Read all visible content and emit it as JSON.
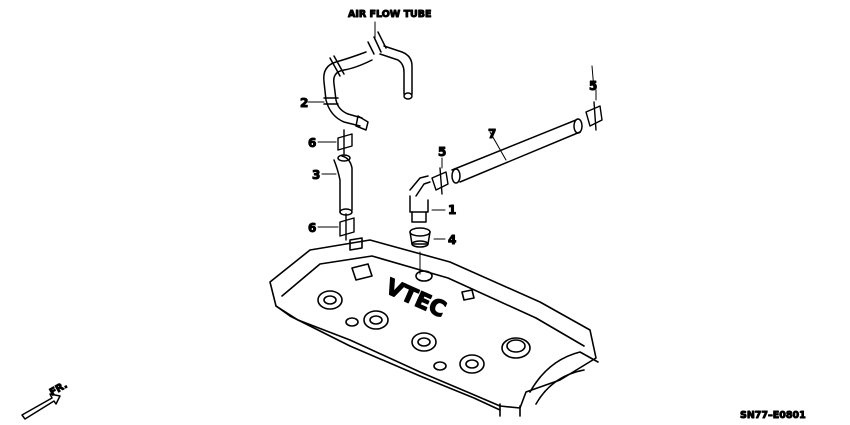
{
  "diagram": {
    "title_label": "AIR FLOW TUBE",
    "part_numbers": {
      "p1": "1",
      "p2": "2",
      "p3": "3",
      "p4": "4",
      "p5_left": "5",
      "p5_right": "5",
      "p6_top": "6",
      "p6_bottom": "6",
      "p7": "7"
    },
    "cover_logo_text": "VTEC",
    "front_indicator": "FR.",
    "diagram_code": "SN77–E0801"
  }
}
